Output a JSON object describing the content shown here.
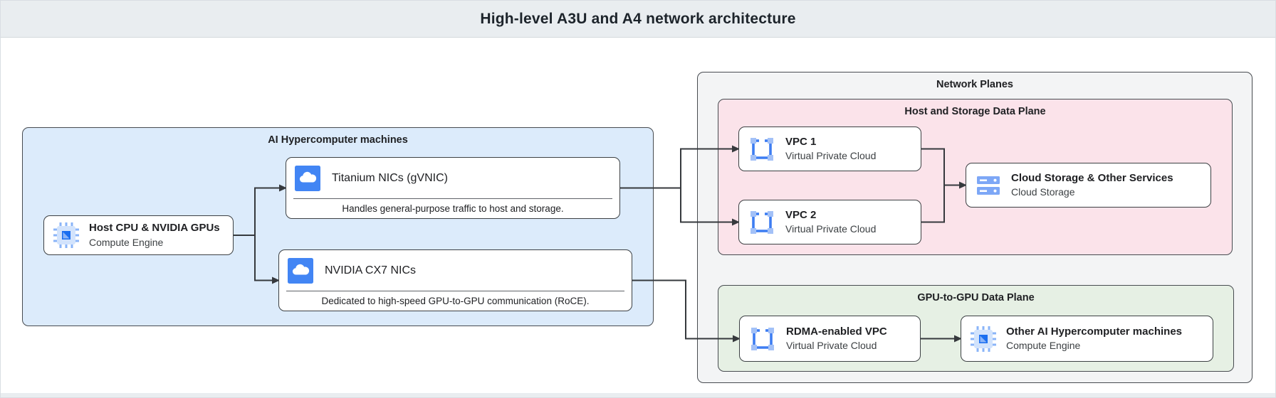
{
  "header": {
    "title": "High-level A3U and A4 network architecture"
  },
  "groups": {
    "ai_machines": {
      "label": "AI Hypercomputer machines"
    },
    "network_planes": {
      "label": "Network Planes"
    },
    "host_storage_plane": {
      "label": "Host and Storage Data Plane"
    },
    "gpu_plane": {
      "label": "GPU-to-GPU Data Plane"
    }
  },
  "nodes": {
    "host_cpu": {
      "title": "Host CPU & NVIDIA GPUs",
      "subtitle": "Compute Engine",
      "icon": "compute-engine-chip-icon"
    },
    "titanium": {
      "title": "Titanium NICs (gVNIC)",
      "caption": "Handles general-purpose traffic to host and storage.",
      "icon": "cloud-nic-icon"
    },
    "cx7": {
      "title": "NVIDIA CX7 NICs",
      "caption": "Dedicated to high-speed GPU-to-GPU communication (RoCE).",
      "icon": "cloud-nic-icon"
    },
    "vpc1": {
      "title": "VPC 1",
      "subtitle": "Virtual Private Cloud",
      "icon": "vpc-icon"
    },
    "vpc2": {
      "title": "VPC 2",
      "subtitle": "Virtual Private Cloud",
      "icon": "vpc-icon"
    },
    "cloud_storage": {
      "title": "Cloud Storage & Other Services",
      "subtitle": "Cloud Storage",
      "icon": "cloud-storage-icon"
    },
    "rdma_vpc": {
      "title": "RDMA-enabled VPC",
      "subtitle": "Virtual Private Cloud",
      "icon": "vpc-icon"
    },
    "other_machines": {
      "title": "Other AI Hypercomputer machines",
      "subtitle": "Compute Engine",
      "icon": "compute-engine-chip-icon"
    }
  },
  "colors": {
    "header_bg": "#e9edf0",
    "ai_machines_bg": "#dcebfb",
    "network_planes_bg": "#f3f4f5",
    "host_storage_plane_bg": "#fbe3ea",
    "gpu_plane_bg": "#e6f0e4",
    "icon_blue": "#4285f4",
    "icon_light_blue": "#8ab4f8",
    "box_border": "#3c4043",
    "arrow": "#36393d"
  }
}
